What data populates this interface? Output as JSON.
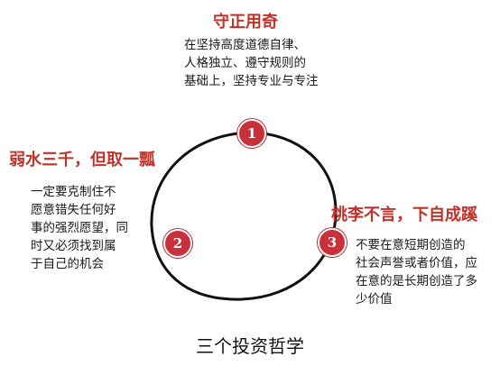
{
  "principles": [
    {
      "number": "1",
      "title": "守正用奇",
      "lines": [
        "在坚持高度道德自律、",
        "人格独立、遵守规则的",
        "基础上，坚持专业与专注"
      ]
    },
    {
      "number": "2",
      "title": "弱水三千，但取一瓢",
      "lines": [
        "一定要克制住不",
        "愿意错失任何好",
        "事的强烈愿望，同",
        "时又必须找到属",
        "于自己的机会"
      ]
    },
    {
      "number": "3",
      "title": "桃李不言，下自成蹊",
      "lines": [
        "不要在意短期创造的",
        "社会声誉或者价值，应",
        "在意的是长期创造了多",
        "少价值"
      ]
    }
  ],
  "caption": "三个投资哲学",
  "colors": {
    "accent": "#c0332b",
    "badge": "#c8303a",
    "ink": "#1a1a1a"
  }
}
